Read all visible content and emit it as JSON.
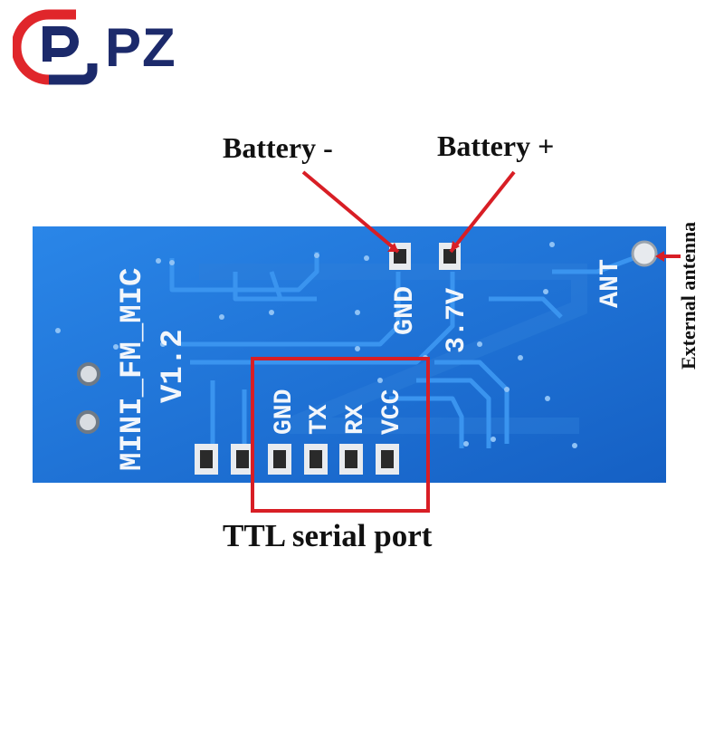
{
  "logo": {
    "text": "PZ",
    "colors": {
      "red": "#e0262b",
      "navy": "#1c2a6b"
    }
  },
  "board": {
    "model": "MINI_FM_MIC",
    "version": "V1.2",
    "pin_labels": {
      "gnd_top": "GND",
      "v37": "3.7V",
      "ant": "ANT"
    },
    "serial_pins": [
      "GND",
      "TX",
      "RX",
      "VCC"
    ],
    "color": "#1f74d6"
  },
  "annotations": {
    "battery_neg": "Battery -",
    "battery_pos": "Battery +",
    "ttl_serial": "TTL serial port",
    "external_antenna": "External antenna",
    "marker_color": "#d81e25"
  }
}
